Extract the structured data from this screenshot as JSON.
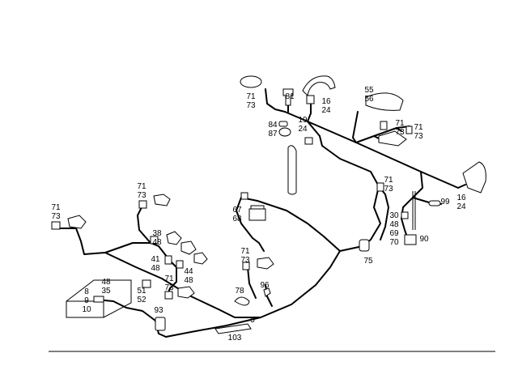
{
  "diagram": {
    "callouts": [
      {
        "id": "c-71a",
        "lines": [
          "71",
          "73"
        ]
      },
      {
        "id": "c-81",
        "lines": [
          "81"
        ]
      },
      {
        "id": "c-16a",
        "lines": [
          "16",
          "24"
        ]
      },
      {
        "id": "c-55",
        "lines": [
          "55",
          "56"
        ]
      },
      {
        "id": "c-84",
        "lines": [
          "84",
          "87"
        ]
      },
      {
        "id": "c-19",
        "lines": [
          "19",
          "24"
        ]
      },
      {
        "id": "c-71b",
        "lines": [
          "71",
          "73"
        ]
      },
      {
        "id": "c-71c",
        "lines": [
          "71",
          "73"
        ]
      },
      {
        "id": "c-71d",
        "lines": [
          "71",
          "73"
        ]
      },
      {
        "id": "c-71e",
        "lines": [
          "71",
          "73"
        ]
      },
      {
        "id": "c-71f",
        "lines": [
          "71",
          "73"
        ]
      },
      {
        "id": "c-16b",
        "lines": [
          "16",
          "24"
        ]
      },
      {
        "id": "c-99",
        "lines": [
          "99"
        ]
      },
      {
        "id": "c-67",
        "lines": [
          "67",
          "68"
        ]
      },
      {
        "id": "c-30",
        "lines": [
          "30",
          "48",
          "69",
          "70"
        ]
      },
      {
        "id": "c-90",
        "lines": [
          "90"
        ]
      },
      {
        "id": "c-38",
        "lines": [
          "38",
          "48"
        ]
      },
      {
        "id": "c-41",
        "lines": [
          "41",
          "48"
        ]
      },
      {
        "id": "c-44",
        "lines": [
          "44",
          "48"
        ]
      },
      {
        "id": "c-71g",
        "lines": [
          "71",
          "73"
        ]
      },
      {
        "id": "c-71h",
        "lines": [
          "71",
          "73"
        ]
      },
      {
        "id": "c-75",
        "lines": [
          "75"
        ]
      },
      {
        "id": "c-48",
        "lines": [
          "48",
          "35"
        ]
      },
      {
        "id": "c-8",
        "lines": [
          "8",
          "9",
          "10"
        ]
      },
      {
        "id": "c-51",
        "lines": [
          "51",
          "52"
        ]
      },
      {
        "id": "c-78",
        "lines": [
          "78"
        ]
      },
      {
        "id": "c-96",
        "lines": [
          "96"
        ]
      },
      {
        "id": "c-93",
        "lines": [
          "93"
        ]
      },
      {
        "id": "c-5",
        "lines": [
          "5"
        ]
      },
      {
        "id": "c-103",
        "lines": [
          "103"
        ]
      }
    ]
  }
}
